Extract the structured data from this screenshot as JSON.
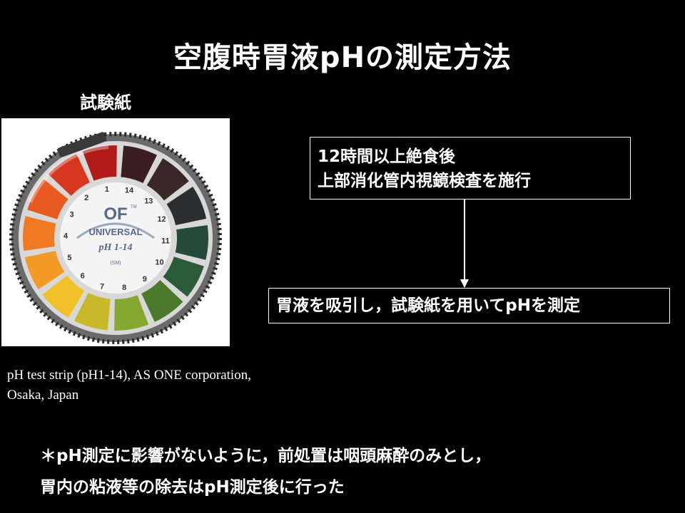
{
  "title": "空腹時胃液pHの測定方法",
  "photo": {
    "label": "試験紙",
    "device": {
      "logo": "OF",
      "trademark": "TM",
      "brand": "UNIVERSAL",
      "range": "pH 1-14",
      "mark": "(SM)",
      "scale_numbers": [
        "1",
        "2",
        "3",
        "4",
        "5",
        "6",
        "7",
        "8",
        "9",
        "10",
        "11",
        "12",
        "13",
        "14"
      ],
      "swatch_colors": [
        "#b01a18",
        "#d8371f",
        "#e85a1f",
        "#f07a22",
        "#f29a24",
        "#f2c028",
        "#c9b82a",
        "#86a830",
        "#4c7a2c",
        "#2a5a36",
        "#244a3a",
        "#2a2e2e",
        "#3a2826",
        "#3a1e22"
      ]
    },
    "caption_line1": "pH test strip (pH1-14), AS ONE corporation,",
    "caption_line2": "Osaka, Japan"
  },
  "flow": {
    "step1_line1": "12時間以上絶食後",
    "step1_line2": "上部消化管内視鏡検査を施行",
    "step2": "胃液を吸引し，試験紙を用いてpHを測定"
  },
  "note": {
    "line1": "＊pH測定に影響がないように，前処置は咽頭麻酔のみとし，",
    "line2": "胃内の粘液等の除去はpH測定後に行った"
  },
  "colors": {
    "background": "#000000",
    "text": "#ffffff",
    "photo_background": "#ffffff"
  }
}
